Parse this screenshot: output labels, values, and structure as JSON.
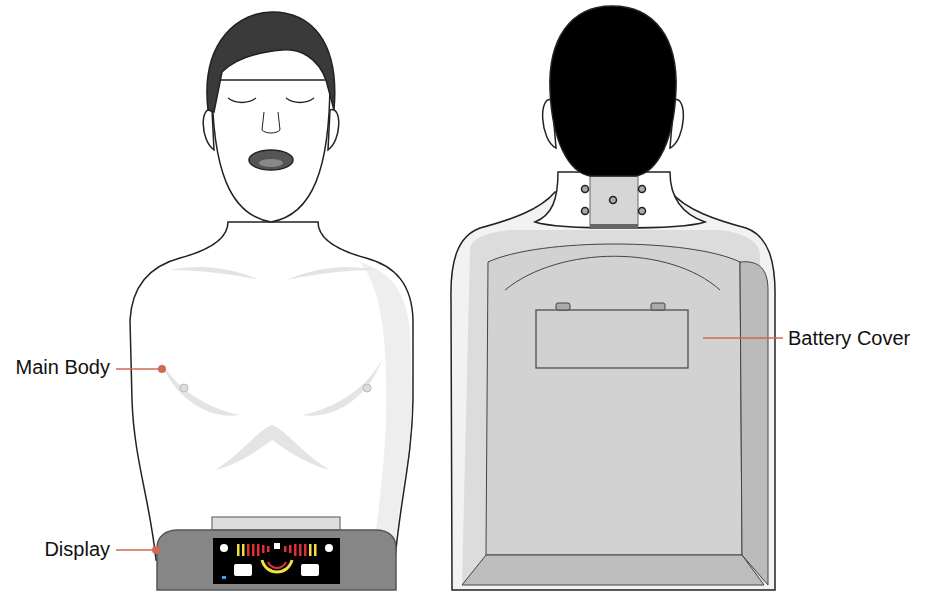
{
  "diagram": {
    "labels": [
      "Main Body",
      "Display",
      "Battery Cover"
    ]
  }
}
